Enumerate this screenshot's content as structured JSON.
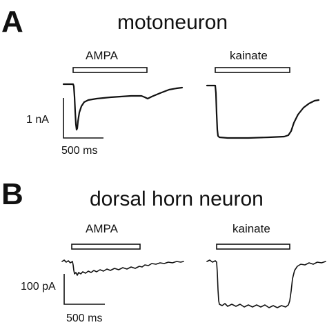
{
  "panel_a": {
    "letter": "A",
    "title": "motoneuron",
    "left_label": "AMPA",
    "right_label": "kainate",
    "scale_y_label": "1 nA",
    "scale_x_label": "500 ms"
  },
  "panel_b": {
    "letter": "B",
    "title": "dorsal horn neuron",
    "left_label": "AMPA",
    "right_label": "kainate",
    "scale_y_label": "100 pA",
    "scale_x_label": "500 ms"
  }
}
